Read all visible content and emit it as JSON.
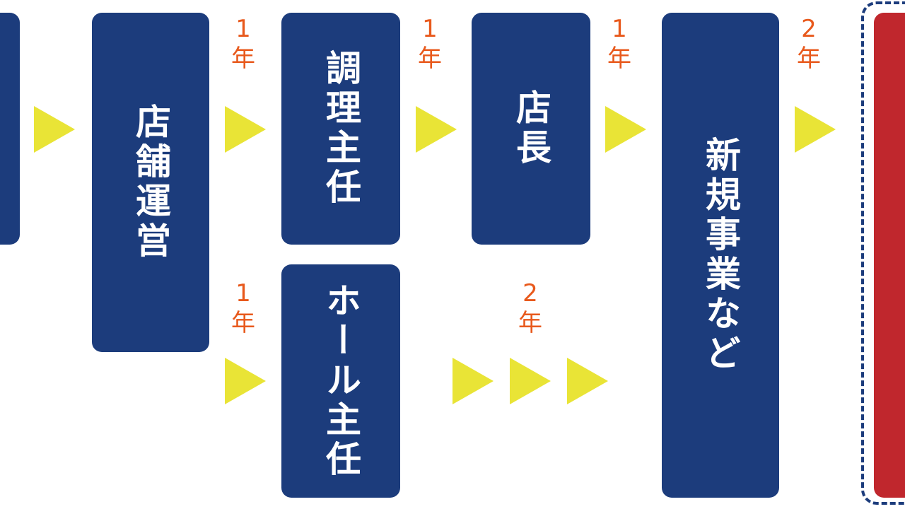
{
  "colors": {
    "box": "#1c3c7c",
    "arrow": "#e9e436",
    "duration_text": "#e8591c",
    "final_box": "#c0272d"
  },
  "boxes": {
    "store_operations": "店舗運営",
    "cooking_chief": "調理主任",
    "hall_chief": "ホール主任",
    "store_manager": "店長",
    "new_business": "新規事業など"
  },
  "durations": {
    "to_cooking_chief": {
      "num": "1",
      "unit": "年"
    },
    "to_hall_chief": {
      "num": "1",
      "unit": "年"
    },
    "to_store_manager": {
      "num": "1",
      "unit": "年"
    },
    "hall_to_new_business": {
      "num": "2",
      "unit": "年"
    },
    "to_new_business": {
      "num": "1",
      "unit": "年"
    },
    "to_final": {
      "num": "2",
      "unit": "年"
    }
  }
}
